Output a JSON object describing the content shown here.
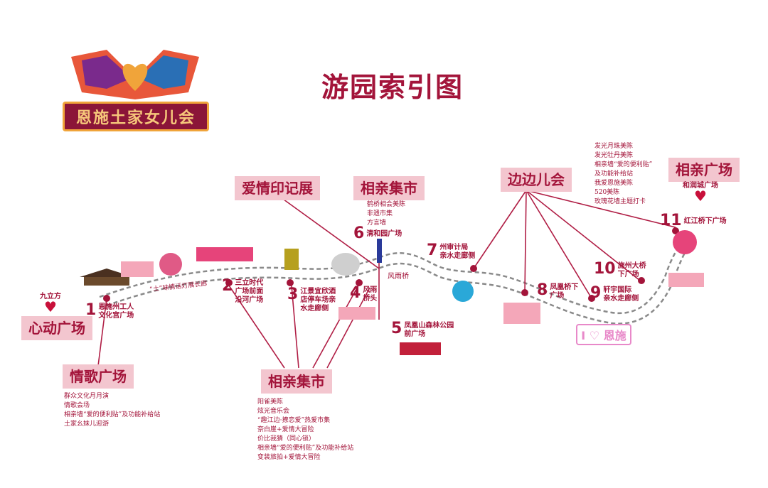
{
  "page_title": "游园索引图",
  "logo": {
    "text": "恩施土家女儿会"
  },
  "region_labels": {
    "xindong": "心动广场",
    "qingge": "情歌广场",
    "aiqing": "爱情印记展",
    "xiangqin_top": "相亲集市",
    "bianbian": "边边儿会",
    "xiangqin_right": "相亲广场",
    "xiangqin_bottom": "相亲集市"
  },
  "small_labels": {
    "jiulifang": "九立方",
    "herun": "和润城广场",
    "fengyuqiao": "风雨桥",
    "love_sign": "I ♡ 恩施",
    "banner": "“土”味情话灯展长廊"
  },
  "stops": [
    {
      "num": "1",
      "name": "恩施州工人\n文化宫广场"
    },
    {
      "num": "2",
      "name": "三立时代\n广场前面\n沿河广场"
    },
    {
      "num": "3",
      "name": "江景宜欣酒\n店停车场亲\n水走廊侧"
    },
    {
      "num": "4",
      "name": "风雨\n桥头"
    },
    {
      "num": "5",
      "name": "凤凰山森林公园\n前广场"
    },
    {
      "num": "6",
      "name": "清和园广场"
    },
    {
      "num": "7",
      "name": "州审计局\n亲水走廊侧"
    },
    {
      "num": "8",
      "name": "凤凰桥下\n广场"
    },
    {
      "num": "9",
      "name": "轩宇国际\n亲水走廊侧"
    },
    {
      "num": "10",
      "name": "施州大桥\n下广场"
    },
    {
      "num": "11",
      "name": "红江桥下广场"
    }
  ],
  "notes": {
    "xiangqin_top": "鹤桥相会美陈\n非遗市集\n方言墙",
    "bianbian": "发光月珠美陈\n发光牡丹美陈\n相亲墙“爱的便利贴”\n及功能补给站\n我爱恩施美陈\n520美陈\n玫瑰花墙主题打卡",
    "qingge": "群众文化月月演\n情歌会场\n相亲墙“爱的便利贴”及功能补给站\n土家幺妹儿迎游",
    "xiangqin_bottom": "阳雀美陈\n炫光音乐会\n“趣江边·撩恋爱”热爱市集\n奈白崖+爱情大冒险\n价比我猜（同心锁）\n相亲墙“爱的便利贴”及功能补给站\n变装旅拍+爱情大冒险"
  },
  "colors": {
    "accent": "#a3143a",
    "label_bg": "#f3c6cf",
    "path": "#8a8a8a",
    "line": "#b01e45"
  }
}
